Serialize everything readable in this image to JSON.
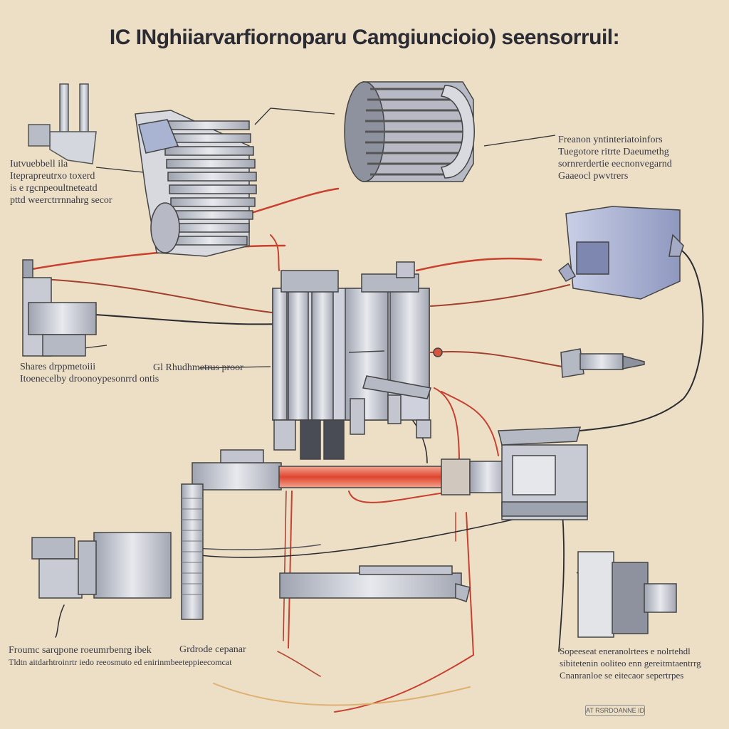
{
  "title": "IC INghiiarvarfiornoparu Camgiuncioio) seensorruil:",
  "labels": {
    "top_left": [
      "Iutvuebbell ila",
      "Iteprapreutrxo toxerd",
      "is e rgcnpeoultneteatd",
      "pttd weerctrrnnahrg secor"
    ],
    "top_right": [
      "Freanon yntinteriatoinfors",
      "Tuegotore ritrte Daeumethg",
      "sornrerdertie eecnonvegarnd",
      "Gaaeocl pwvtrers"
    ],
    "mid_left": [
      "Shares drppmetoiii",
      "Itoenecelby droonoypesonrrd ontis"
    ],
    "mid_center": "Gl Rhudhmetrus proor",
    "bottom_left": [
      "Froumc sarqpone roeumrbenrg ibek",
      "Tldtn aitdarhtroinrtr iedo reeosmuto ed enirinmbeeteppieecomcat"
    ],
    "bottom_center": "Grdrode cepanar",
    "bottom_right": [
      "Sopeeseat eneranolrtees e nolrtehdl",
      "sibitetenin ooliteo enn gereitmtaentrrg",
      "Cnanranloe se eitecaor sepertrpes"
    ],
    "footer": "AT RSRDOANNE IDROPINRDRCRTEAMDE"
  },
  "colors": {
    "background": "#ecdfc6",
    "wire_red": "#c8402e",
    "wire_dark": "#2c2c30",
    "metal": "#c9ccd6"
  }
}
